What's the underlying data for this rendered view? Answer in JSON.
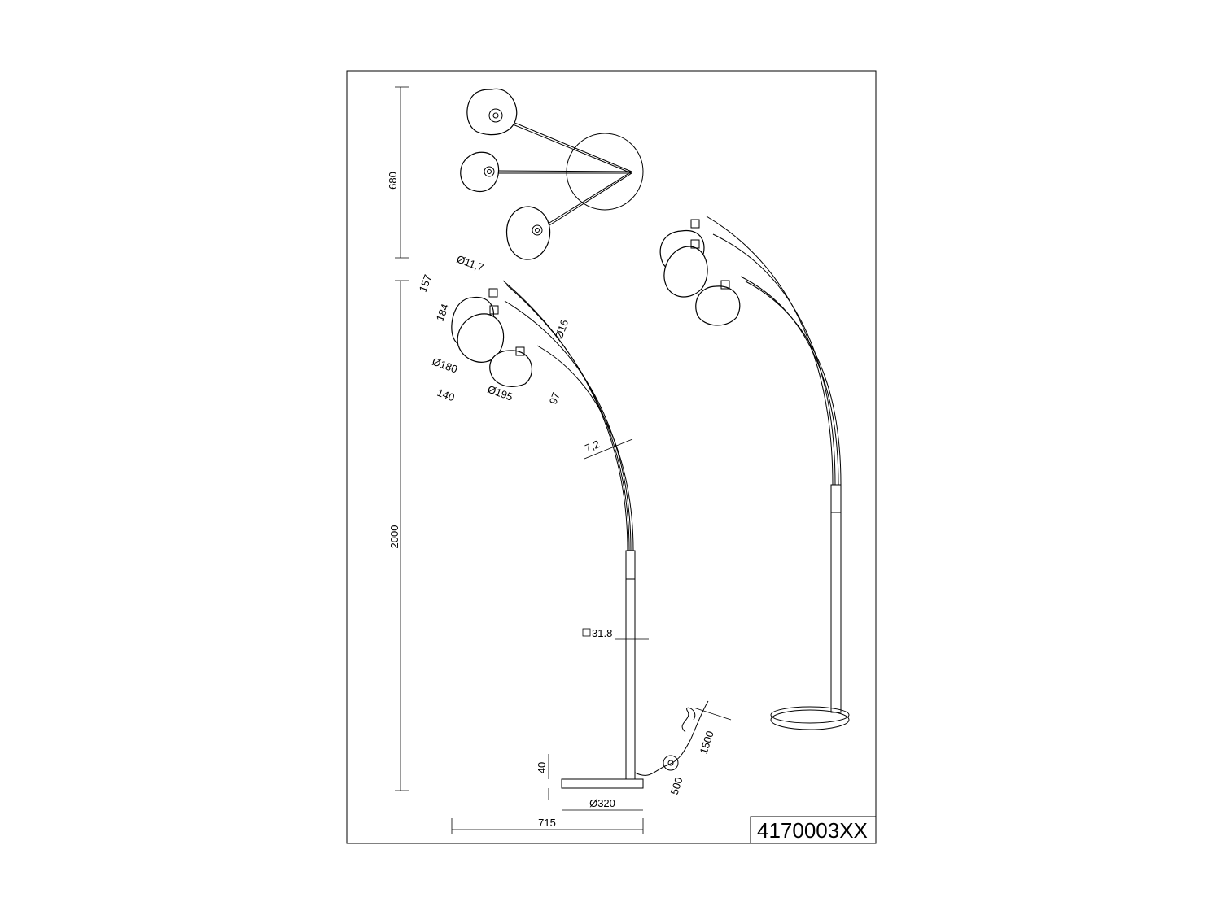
{
  "product_code": "4170003XX",
  "top_view": {
    "height": "680"
  },
  "side_view": {
    "total_height": "2000",
    "total_width": "715",
    "base_diameter": "Ø320",
    "base_height": "40",
    "pole_square": "31.8",
    "arm_square": "7,2",
    "arm_tube_diameter": "Ø16",
    "small_tube_diameter": "Ø11,7",
    "dim_157": "157",
    "dim_184": "184",
    "shade_diameter_180": "Ø180",
    "dim_140": "140",
    "shade_diameter_195": "Ø195",
    "dim_97": "97",
    "cable_length": "1500",
    "switch_distance": "500"
  }
}
